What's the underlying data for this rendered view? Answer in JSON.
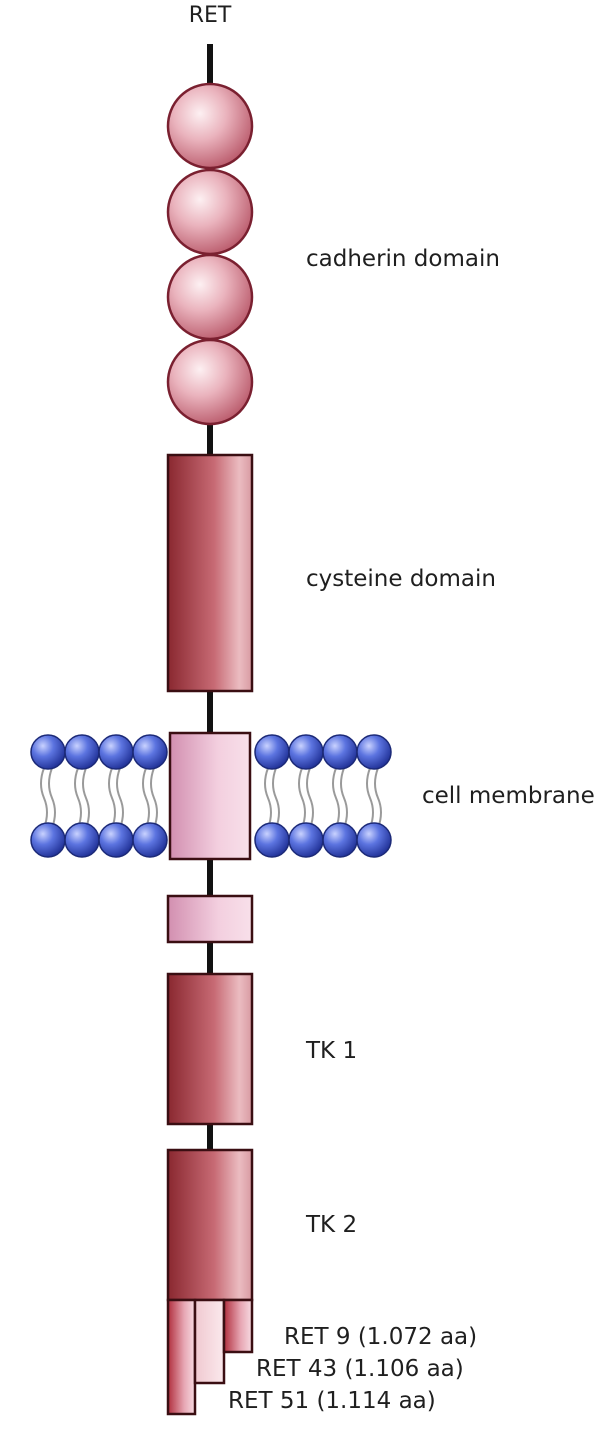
{
  "labels": {
    "title": "RET",
    "cadherin": "cadherin domain",
    "cysteine": "cysteine domain",
    "membrane": "cell membrane",
    "tk1": "TK 1",
    "tk2": "TK 2",
    "ret9": "RET 9 (1.072 aa)",
    "ret43": "RET 43 (1.106 aa)",
    "ret51": "RET 51 (1.114 aa)"
  },
  "colors": {
    "domain_dark": "#8e2b30",
    "domain_light": "#e9b6bb",
    "sphere_light": "#fbe3e7",
    "sphere_dark": "#c96f7e",
    "juxta_light": "#f6d6e2",
    "juxta_dark": "#d79ab5",
    "lipid_head": "#3f57c4",
    "lipid_tail": "#b8b8b8",
    "outline": "#5c1a1e"
  }
}
